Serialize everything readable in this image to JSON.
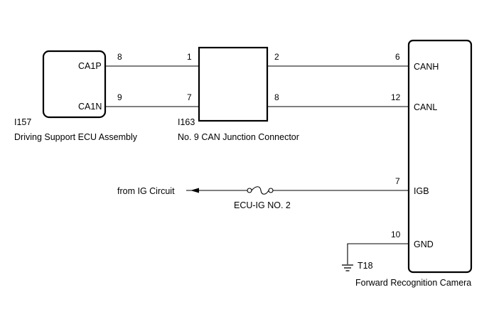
{
  "ecu": {
    "code": "I157",
    "name": "Driving Support ECU Assembly",
    "terminals": [
      "CA1P",
      "CA1N"
    ],
    "pins": [
      "8",
      "9"
    ]
  },
  "junction": {
    "code": "I163",
    "name": "No. 9 CAN Junction Connector",
    "pins_in": [
      "1",
      "7"
    ],
    "pins_out": [
      "2",
      "8"
    ]
  },
  "camera": {
    "name": "Forward Recognition Camera",
    "terminals": [
      "CANH",
      "CANL",
      "IGB",
      "GND"
    ],
    "pins": [
      "6",
      "12",
      "7",
      "10"
    ]
  },
  "power": {
    "source": "from IG Circuit",
    "fuse": "ECU-IG NO. 2"
  },
  "ground": {
    "code": "T18"
  }
}
